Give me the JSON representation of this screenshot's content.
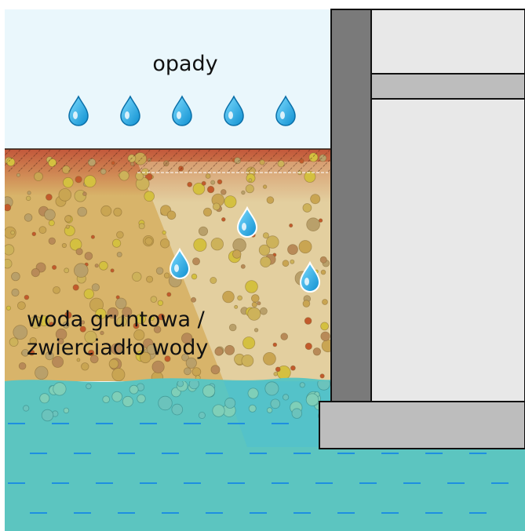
{
  "labels": {
    "precipitation": "opady",
    "groundwater_line1": "woda gruntowa /",
    "groundwater_line2": "zwierciadło wody"
  },
  "colors": {
    "sky": "#eaf7fc",
    "topsoil": "#c9704a",
    "soil": "#d8b46a",
    "backfill": "#e3cf9f",
    "water": "#5cc5c0",
    "wall": "#7a7a7a",
    "building": "#e8e8e8",
    "footing": "#bdbdbd",
    "drop": "#19a6de"
  },
  "icons": {
    "drop": "water-drop-icon"
  }
}
